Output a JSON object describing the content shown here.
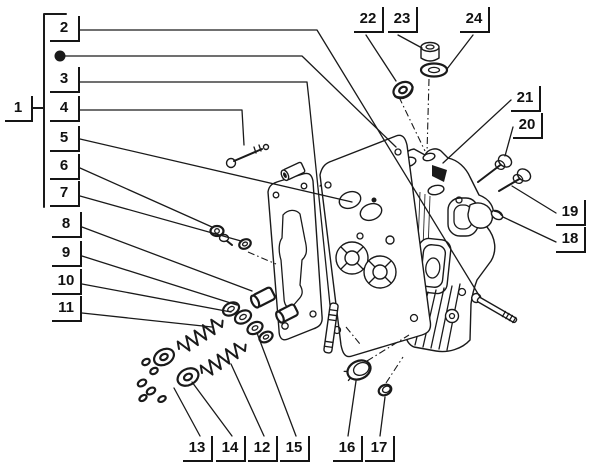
{
  "diagram": {
    "type": "exploded-parts-diagram",
    "subject": "engine cylinder head assembly",
    "background_color": "#ffffff",
    "line_color": "#1a1a1a",
    "assembly_marker": "filled-circle-bullet",
    "callouts": [
      {
        "id": 1,
        "label": "1"
      },
      {
        "id": 2,
        "label": "2"
      },
      {
        "id": 3,
        "label": "3"
      },
      {
        "id": 4,
        "label": "4"
      },
      {
        "id": 5,
        "label": "5"
      },
      {
        "id": 6,
        "label": "6"
      },
      {
        "id": 7,
        "label": "7"
      },
      {
        "id": 8,
        "label": "8"
      },
      {
        "id": 9,
        "label": "9"
      },
      {
        "id": 10,
        "label": "10"
      },
      {
        "id": 11,
        "label": "11"
      },
      {
        "id": 12,
        "label": "12"
      },
      {
        "id": 13,
        "label": "13"
      },
      {
        "id": 14,
        "label": "14"
      },
      {
        "id": 15,
        "label": "15"
      },
      {
        "id": 16,
        "label": "16"
      },
      {
        "id": 17,
        "label": "17"
      },
      {
        "id": 18,
        "label": "18"
      },
      {
        "id": 19,
        "label": "19"
      },
      {
        "id": 20,
        "label": "20"
      },
      {
        "id": 21,
        "label": "21"
      },
      {
        "id": 22,
        "label": "22"
      },
      {
        "id": 23,
        "label": "23"
      },
      {
        "id": 24,
        "label": "24"
      }
    ]
  }
}
